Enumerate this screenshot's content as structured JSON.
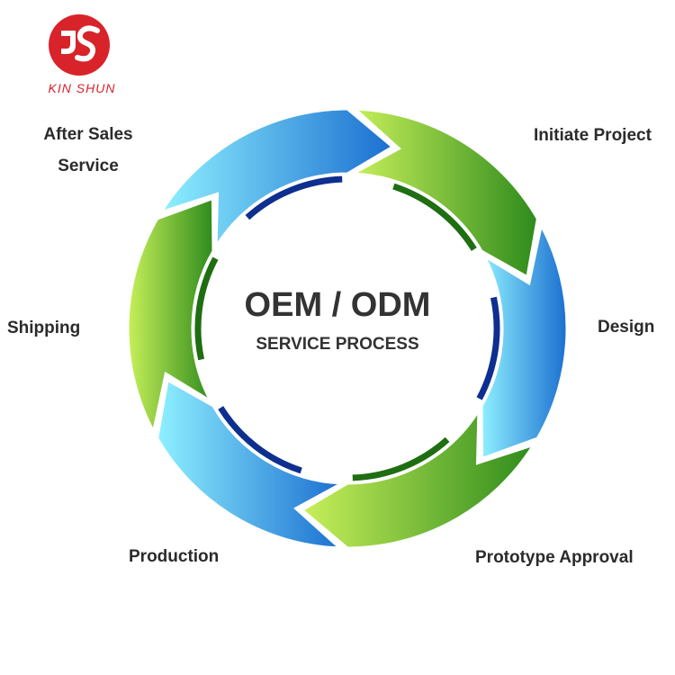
{
  "logo": {
    "mark_letters": "JS",
    "text": "KIN SHUN",
    "color": "#d8232a"
  },
  "center": {
    "title": "OEM / ODM",
    "subtitle": "SERVICE PROCESS"
  },
  "stages": [
    {
      "label": "Initiate Project",
      "color": "green"
    },
    {
      "label": "Design",
      "color": "blue"
    },
    {
      "label": "Prototype Approval",
      "color": "green"
    },
    {
      "label": "Production",
      "color": "blue"
    },
    {
      "label": "Shipping",
      "color": "green"
    },
    {
      "label": "After Sales Service",
      "color": "blue"
    }
  ],
  "colors": {
    "green_dark": "#2e8b1c",
    "green_light": "#c8f05a",
    "blue_dark": "#1a6fd0",
    "blue_light": "#8ff0ff",
    "inner_blue": "#0e2f8f",
    "inner_green": "#1f6e12",
    "text": "#2b2b2b"
  }
}
